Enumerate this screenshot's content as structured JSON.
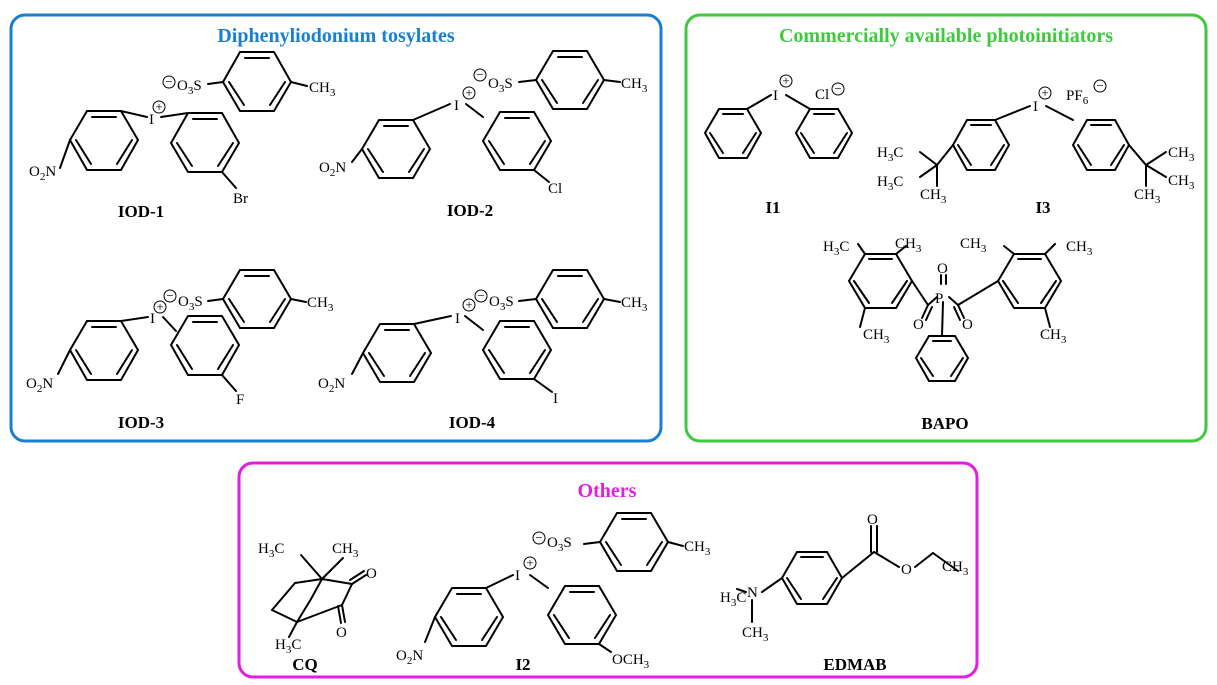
{
  "panels": {
    "tosylates": {
      "title": "Diphenyliodonium tosylates",
      "color": "#1a7fd0"
    },
    "commercial": {
      "title": "Commercially available photoinitiators",
      "color": "#3ec93e"
    },
    "others": {
      "title": "Others",
      "color": "#e21fe0"
    }
  },
  "compounds": {
    "iod1": {
      "label": "IOD-1",
      "substituent": "Br"
    },
    "iod2": {
      "label": "IOD-2",
      "substituent": "Cl"
    },
    "iod3": {
      "label": "IOD-3",
      "substituent": "F"
    },
    "iod4": {
      "label": "IOD-4",
      "substituent": "I"
    },
    "i1": {
      "label": "I1",
      "counterion": "Cl"
    },
    "i3": {
      "label": "I3",
      "counterion": "PF",
      "counterion_sub": "6"
    },
    "bapo": {
      "label": "BAPO",
      "o": "O",
      "p": "P"
    },
    "cq": {
      "label": "CQ",
      "o": "O"
    },
    "i2": {
      "label": "I2",
      "substituent": "OCH",
      "substituent_sub": "3"
    },
    "edmab": {
      "label": "EDMAB",
      "o": "O",
      "n": "N"
    }
  },
  "atoms": {
    "iodine": "I",
    "plus": "+",
    "minus": "−",
    "o2n_o": "O",
    "o2n_sub": "2",
    "o2n_n": "N",
    "o3s_o": "O",
    "o3s_sub": "3",
    "o3s_s": "S",
    "ch": "CH",
    "hc_h": "H",
    "hc_c": "C",
    "sub3": "3"
  }
}
